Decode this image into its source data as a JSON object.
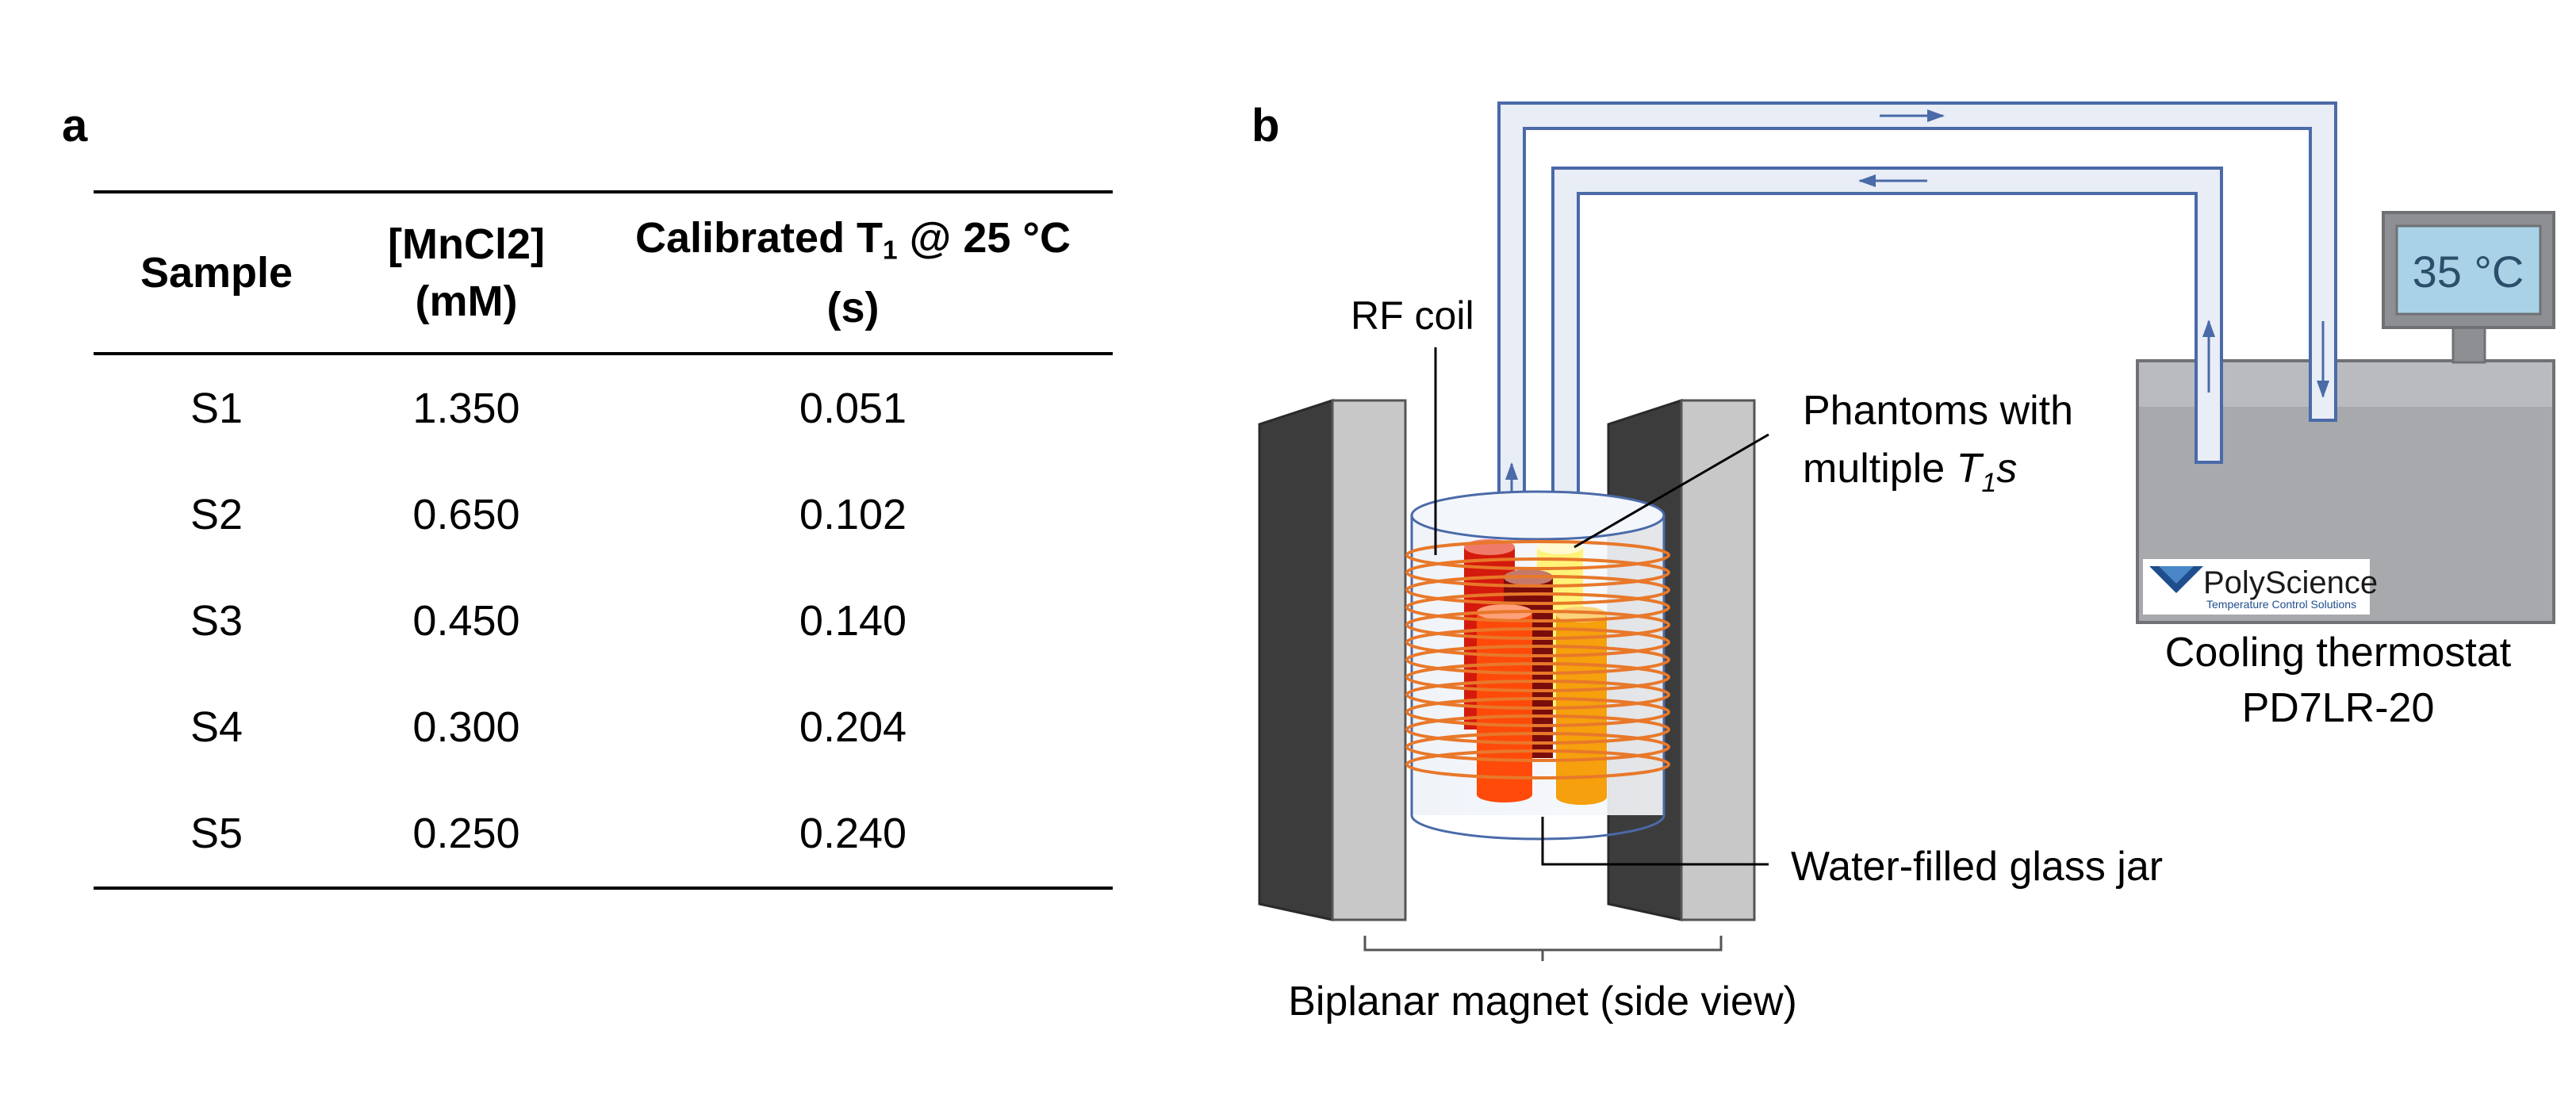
{
  "panel_a": {
    "label": "a",
    "columns": [
      {
        "text": "Sample",
        "sub": ""
      },
      {
        "text": "[MnCl2]",
        "line2": "(mM)"
      },
      {
        "text_before_sub": "Calibrated T",
        "sub": "1",
        "text_after_sub": " @ 25 °C",
        "line2": "(s)"
      }
    ],
    "rows": [
      {
        "sample": "S1",
        "conc": "1.350",
        "t1": "0.051"
      },
      {
        "sample": "S2",
        "conc": "0.650",
        "t1": "0.102"
      },
      {
        "sample": "S3",
        "conc": "0.450",
        "t1": "0.140"
      },
      {
        "sample": "S4",
        "conc": "0.300",
        "t1": "0.204"
      },
      {
        "sample": "S5",
        "conc": "0.250",
        "t1": "0.240"
      }
    ]
  },
  "panel_b": {
    "label": "b",
    "rf_coil": "RF coil",
    "phantoms_line1": "Phantoms with",
    "phantoms_line2_prefix": "multiple ",
    "phantoms_t": "T",
    "phantoms_sub": "1",
    "phantoms_suffix": "s",
    "jar_label": "Water-filled glass jar",
    "magnet_label": "Biplanar magnet (side view)",
    "thermostat_line1": "Cooling thermostat",
    "thermostat_line2": "PD7LR-20",
    "display_temp": "35 °C",
    "brand": "PolyScience",
    "brand_tagline": "Temperature Control Solutions",
    "colors": {
      "tube_outline": "#4a6aa8",
      "tube_fill": "#e8edf6",
      "coil": "#e8782a",
      "magnet_dark": "#3c3c3c",
      "magnet_light": "#c8c8c8",
      "display": "#a9d2e6"
    }
  }
}
